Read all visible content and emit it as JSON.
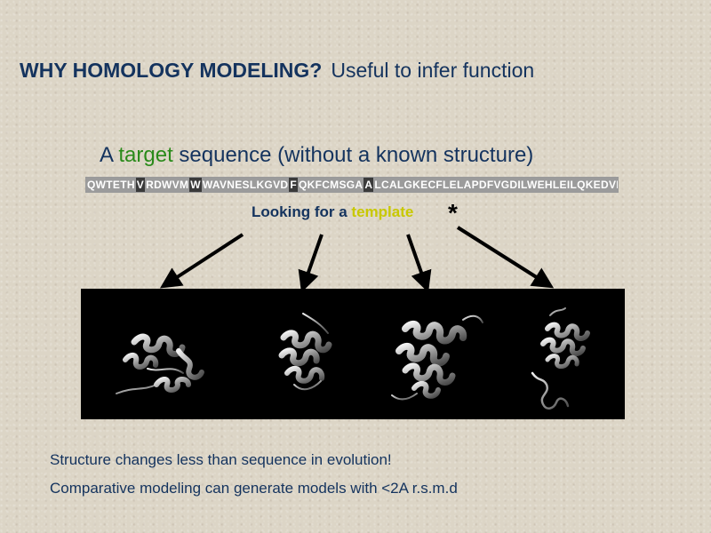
{
  "title": {
    "bold": "WHY HOMOLOGY MODELING?",
    "subtitle": "Useful to infer function"
  },
  "target_line": {
    "prefix": "A",
    "highlight": "target",
    "suffix": "sequence (without a known structure)"
  },
  "sequence": {
    "segments": [
      {
        "text": "QWTETH",
        "style": "gray"
      },
      {
        "text": "V",
        "style": "white"
      },
      {
        "text": "RDWVM",
        "style": "gray"
      },
      {
        "text": "W",
        "style": "white"
      },
      {
        "text": "WAVNESLKGVD",
        "style": "gray"
      },
      {
        "text": "F",
        "style": "white"
      },
      {
        "text": "QKFCMSGA",
        "style": "gray"
      },
      {
        "text": "A",
        "style": "white"
      },
      {
        "text": "LCALGKECFLELAPDFVGDILWEHLEILQKEDVK",
        "style": "gray"
      }
    ]
  },
  "looking": {
    "prefix": "Looking for a",
    "highlight": "template",
    "marker": "*"
  },
  "bottom": {
    "line1": "Structure changes less than sequence in evolution!",
    "line2": "Comparative modeling can generate models with <2A  r.s.m.d"
  },
  "colors": {
    "heading": "#14335e",
    "target_word": "#2a8a1a",
    "template_word": "#c8c800",
    "panel": "#000000"
  }
}
